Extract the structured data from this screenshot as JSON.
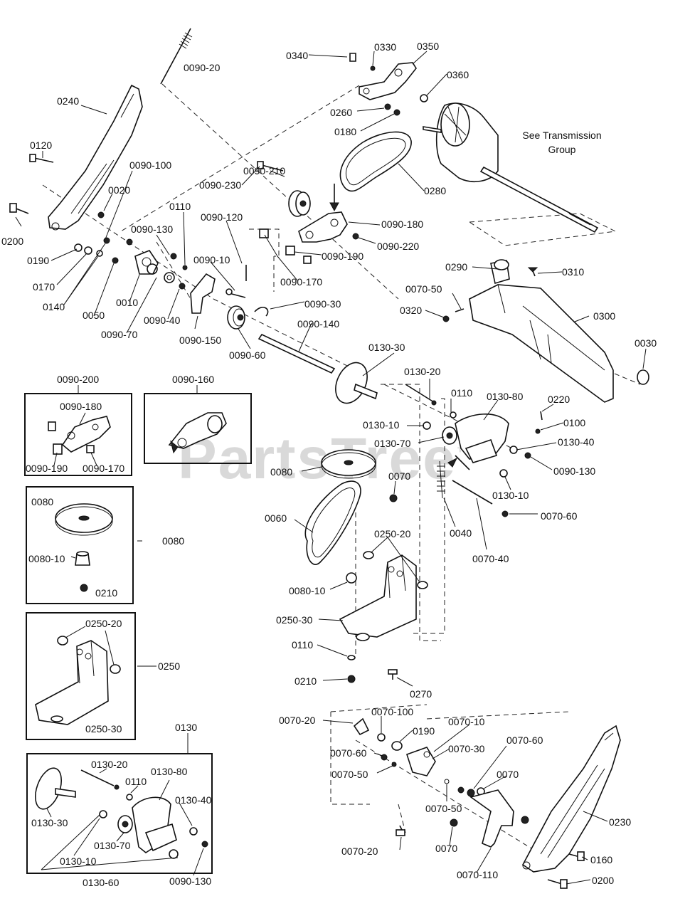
{
  "watermark": "PartsTree",
  "watermark_tm": "™",
  "note": {
    "line1": "See Transmission",
    "line2": "Group"
  },
  "labels": {
    "l0090_20": "0090-20",
    "l0240": "0240",
    "l0120": "0120",
    "l0020": "0020",
    "l0200": "0200",
    "l0190": "0190",
    "l0170": "0170",
    "l0140": "0140",
    "l0050": "0050",
    "l0010": "0010",
    "l0090_70": "0090-70",
    "l0090_40": "0090-40",
    "l0090_150": "0090-150",
    "l0090_60": "0090-60",
    "l0090_100": "0090-100",
    "l0090_130": "0090-130",
    "l0110": "0110",
    "l0090_120": "0090-120",
    "l0090_10": "0090-10",
    "l0090_210": "0090-210",
    "l0090_230": "0090-230",
    "l0090_30": "0090-30",
    "l0090_170": "0090-170",
    "l0090_190": "0090-190",
    "l0090_180": "0090-180",
    "l0090_220": "0090-220",
    "l0090_140": "0090-140",
    "l0340": "0340",
    "l0330": "0330",
    "l0350": "0350",
    "l0360": "0360",
    "l0260": "0260",
    "l0180": "0180",
    "l0280": "0280",
    "l0290": "0290",
    "l0310": "0310",
    "l0070_50": "0070-50",
    "l0320": "0320",
    "l0300": "0300",
    "l0030": "0030",
    "l0130_30": "0130-30",
    "l0130_20": "0130-20",
    "l0110b": "0110",
    "l0130_80": "0130-80",
    "l0220": "0220",
    "l0100": "0100",
    "l0130_10": "0130-10",
    "l0130_40": "0130-40",
    "l0130_70": "0130-70",
    "l0090_130b": "0090-130",
    "l0130_10b": "0130-10",
    "l0070_60": "0070-60",
    "l0070_40": "0070-40",
    "l0080": "0080",
    "l0070": "0070",
    "l0040": "0040",
    "l0060": "0060",
    "l0250_20": "0250-20",
    "l0080_10": "0080-10",
    "l0250_30": "0250-30",
    "l0110c": "0110",
    "l0210": "0210",
    "l0270": "0270",
    "l0070_20": "0070-20",
    "l0070_100": "0070-100",
    "l0190b": "0190",
    "l0070_10": "0070-10",
    "l0070_60b": "0070-60",
    "l0070_30": "0070-30",
    "l0070_60c": "0070-60",
    "l0070_50b": "0070-50",
    "l0070b": "0070",
    "l0070_50c": "0070-50",
    "l0230": "0230",
    "l0070c": "0070",
    "l0070_20b": "0070-20",
    "l0070_110": "0070-110",
    "l0160": "0160",
    "l0200b": "0200"
  },
  "insets": {
    "i0090_200": {
      "title": "0090-200",
      "a": "0090-180",
      "b": "0090-190",
      "c": "0090-170"
    },
    "i0090_160": {
      "title": "0090-160"
    },
    "i0080": {
      "title": "0080",
      "a": "0080",
      "b": "0080-10",
      "c": "0210"
    },
    "i0250": {
      "title": "0250",
      "a": "0250-20",
      "b": "0250-30"
    },
    "i0130": {
      "title": "0130",
      "a": "0130-20",
      "b": "0130-80",
      "c": "0110",
      "d": "0130-40",
      "e": "0130-30",
      "f": "0130-70",
      "g": "0130-10",
      "h": "0130-60",
      "i": "0090-130"
    }
  }
}
